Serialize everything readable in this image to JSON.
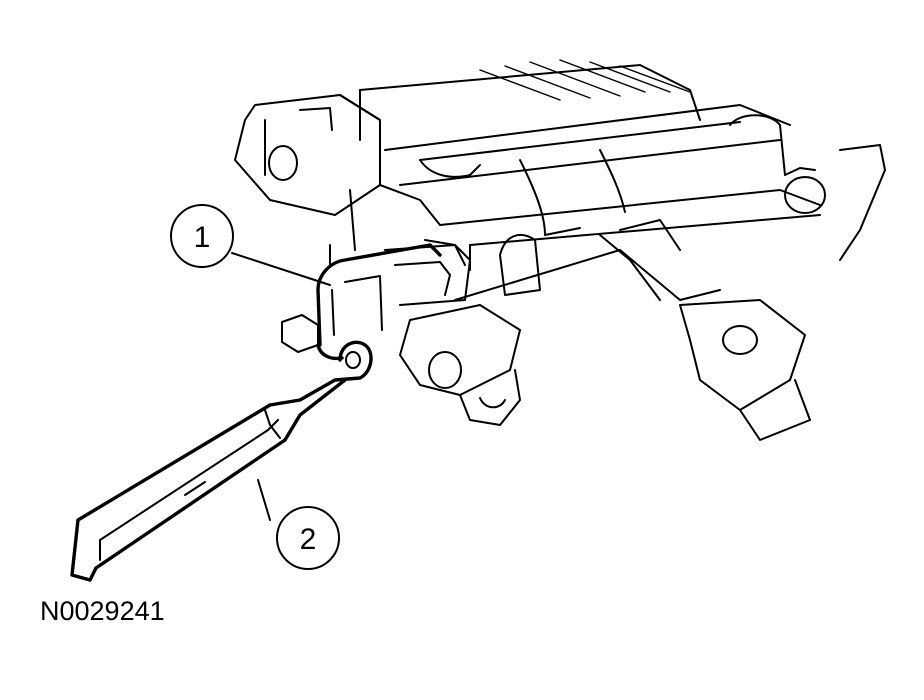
{
  "figure": {
    "id_label": "N0029241"
  },
  "callouts": [
    {
      "number": "1"
    },
    {
      "number": "2"
    }
  ]
}
